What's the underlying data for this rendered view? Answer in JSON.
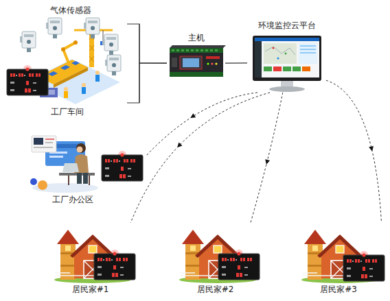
{
  "diagram": {
    "nodes": [
      {
        "text": [
          "气体传感器"
        ]
      },
      {
        "text": [
          "工厂车间"
        ]
      },
      {
        "text": [
          "主机"
        ]
      },
      {
        "text": [
          "环境监控云平台"
        ]
      },
      {
        "text": [
          "工厂办公区"
        ]
      },
      {
        "text": [
          "居民家#1"
        ]
      },
      {
        "text": [
          "居民家#2"
        ]
      },
      {
        "text": [
          "居民家#3"
        ]
      }
    ],
    "edges": [
      {
        "from": 0,
        "to": 2,
        "arrow": "none"
      },
      {
        "from": 1,
        "to": 2,
        "arrow": "none"
      },
      {
        "from": 2,
        "to": 3,
        "arrow": "none"
      },
      {
        "from": 3,
        "to": 4,
        "arrow": "to"
      },
      {
        "from": 3,
        "to": 5,
        "arrow": "to"
      },
      {
        "from": 3,
        "to": 6,
        "arrow": "to"
      },
      {
        "from": 3,
        "to": 7,
        "arrow": "to"
      }
    ]
  }
}
